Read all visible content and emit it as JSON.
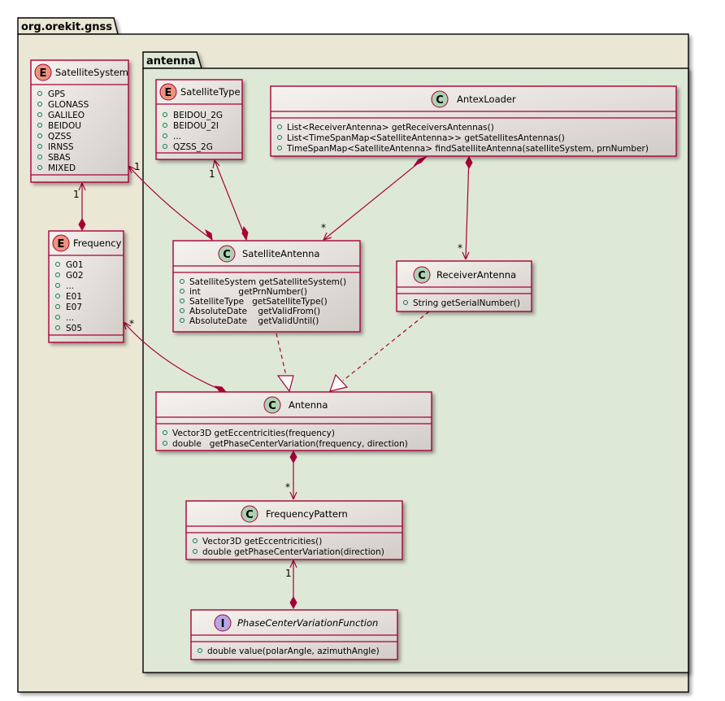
{
  "packages": {
    "outer": {
      "name": "org.orekit.gnss"
    },
    "inner": {
      "name": "antenna"
    }
  },
  "classes": {
    "satellite_system": {
      "kind": "E",
      "name": "SatelliteSystem",
      "members": [
        "GPS",
        "GLONASS",
        "GALILEO",
        "BEIDOU",
        "QZSS",
        "IRNSS",
        "SBAS",
        "MIXED"
      ]
    },
    "frequency": {
      "kind": "E",
      "name": "Frequency",
      "members": [
        "G01",
        "G02",
        "...",
        "E01",
        "E07",
        "...",
        "S05"
      ]
    },
    "satellite_type": {
      "kind": "E",
      "name": "SatelliteType",
      "members": [
        "BEIDOU_2G",
        "BEIDOU_2I",
        "...",
        "QZSS_2G"
      ]
    },
    "antex_loader": {
      "kind": "C",
      "name": "AntexLoader",
      "members": [
        "List<ReceiverAntenna> getReceiversAntennas()",
        "List<TimeSpanMap<SatelliteAntenna>> getSatellitesAntennas()",
        "TimeSpanMap<SatelliteAntenna> findSatelliteAntenna(satelliteSystem, prnNumber)"
      ]
    },
    "satellite_antenna": {
      "kind": "C",
      "name": "SatelliteAntenna",
      "members": [
        "SatelliteSystem getSatelliteSystem()",
        "int              getPrnNumber()",
        "SatelliteType   getSatelliteType()",
        "AbsoluteDate    getValidFrom()",
        "AbsoluteDate    getValidUntil()"
      ]
    },
    "receiver_antenna": {
      "kind": "C",
      "name": "ReceiverAntenna",
      "members": [
        "String getSerialNumber()"
      ]
    },
    "antenna": {
      "kind": "C",
      "name": "Antenna",
      "members": [
        "Vector3D getEccentricities(frequency)",
        "double   getPhaseCenterVariation(frequency, direction)"
      ]
    },
    "frequency_pattern": {
      "kind": "C",
      "name": "FrequencyPattern",
      "members": [
        "Vector3D getEccentricities()",
        "double getPhaseCenterVariation(direction)"
      ]
    },
    "phase_center_variation_function": {
      "kind": "I",
      "name": "PhaseCenterVariationFunction",
      "members": [
        "double value(polarAngle, azimuthAngle)"
      ]
    }
  },
  "multiplicities": {
    "satsys_satantenna": "1",
    "satsys_frequency": "1",
    "sattype_satantenna": "1",
    "antex_satantenna": "*",
    "antex_receiver": "*",
    "frequency_antenna": "*",
    "antenna_freqpattern": "*",
    "freqpattern_pcv": "1"
  },
  "colors": {
    "outer_bg": "#ebe7d5",
    "inner_bg": "#dee8d6",
    "border": "#a80036",
    "enum_badge": "#eb937f",
    "class_badge": "#add1b2",
    "interface_badge": "#b4a7e5"
  }
}
